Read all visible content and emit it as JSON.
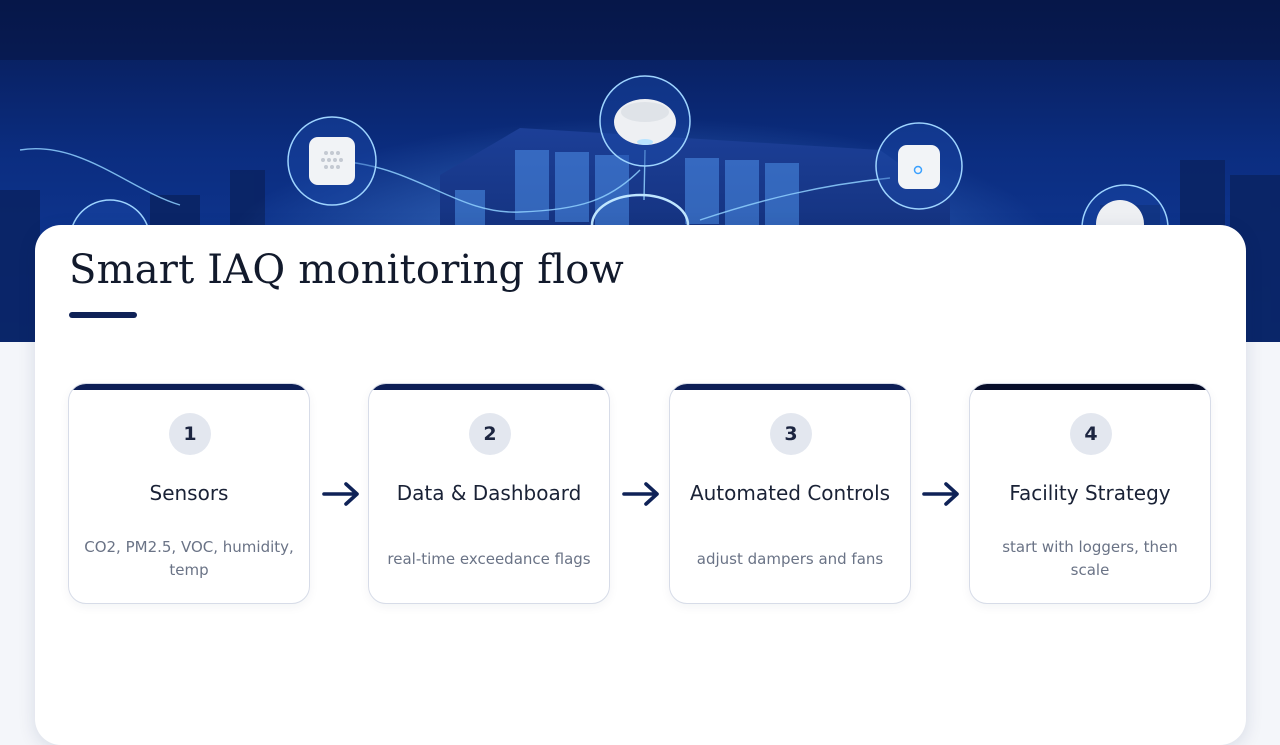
{
  "page": {
    "title": "Smart IAQ monitoring flow"
  },
  "hero": {
    "devices": [
      "square-air-sensor-icon",
      "round-smoke-detector-icon",
      "compact-sensor-icon",
      "round-sensor-icon"
    ]
  },
  "steps": [
    {
      "number": "1",
      "title": "Sensors",
      "description": "CO2, PM2.5, VOC, humidity, temp"
    },
    {
      "number": "2",
      "title": "Data & Dashboard",
      "description": "real-time exceedance flags"
    },
    {
      "number": "3",
      "title": "Automated Controls",
      "description": "adjust dampers and fans"
    },
    {
      "number": "4",
      "title": "Facility Strategy",
      "description": "start with loggers, then scale"
    }
  ],
  "colors": {
    "accent": "#0f2257",
    "hero_top": "#071a52",
    "hero_bottom": "#123d9e",
    "title_text": "#121a2c",
    "description_text": "#6a7386",
    "number_badge_bg": "#e3e7ef"
  }
}
